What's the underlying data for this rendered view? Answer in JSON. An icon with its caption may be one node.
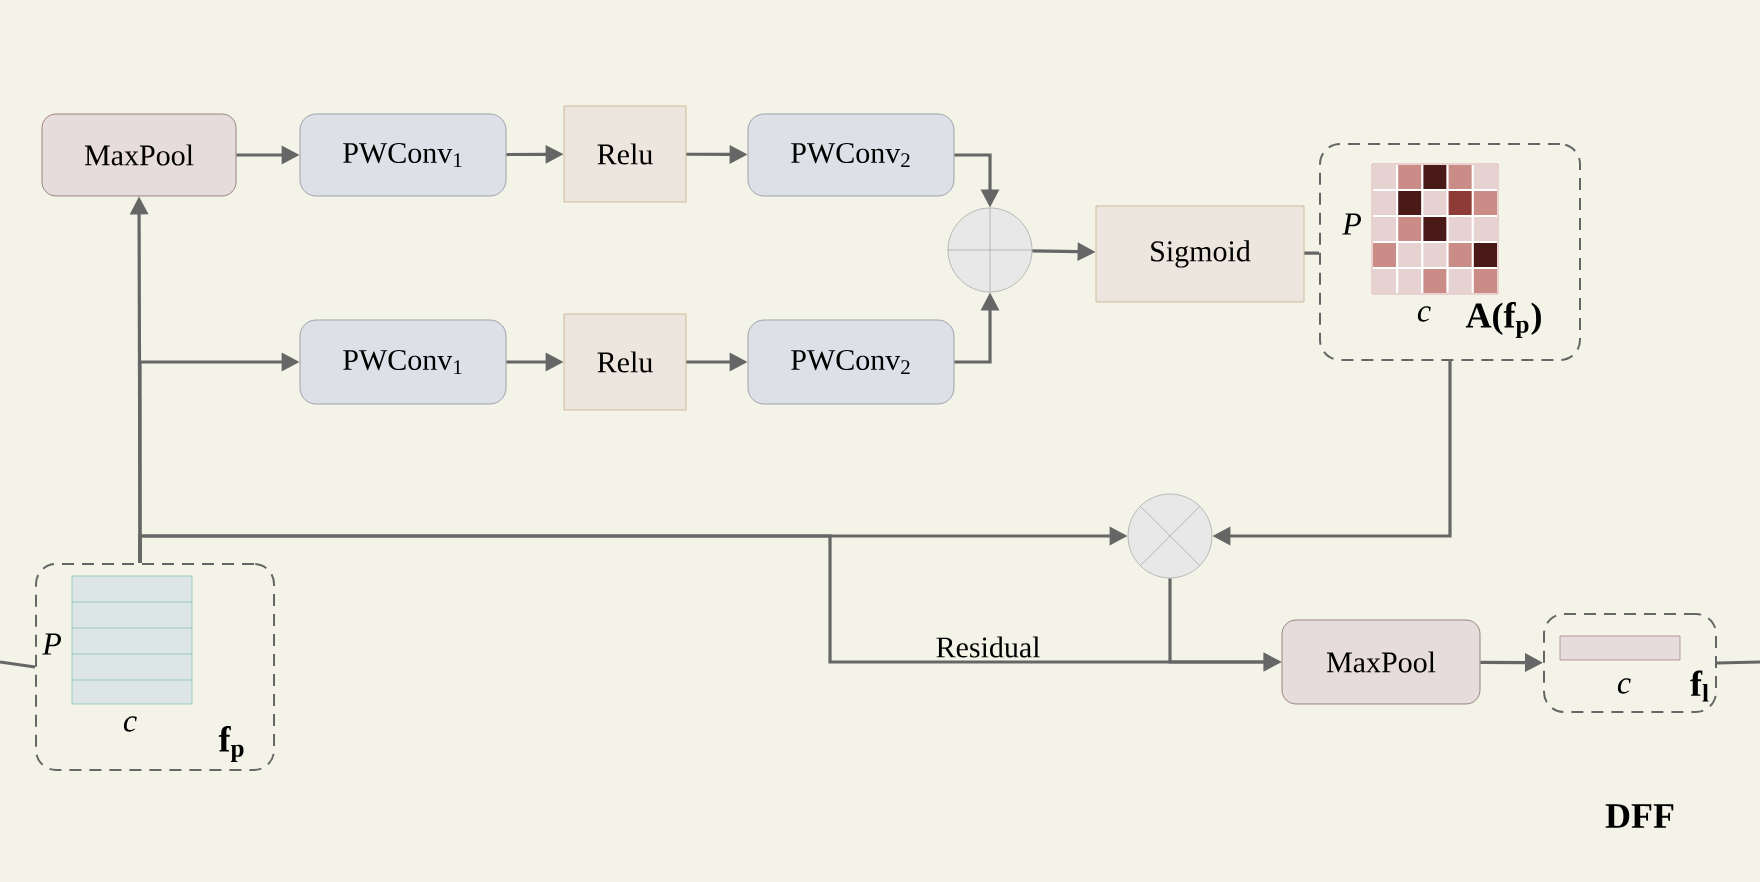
{
  "diagram": {
    "nodes": [
      {
        "text": [
          "P",
          "c",
          "f$_{p}$"
        ]
      },
      {
        "text": [
          "MaxPool"
        ]
      },
      {
        "text": [
          "PWConv$_{1}$"
        ]
      },
      {
        "text": [
          "Relu"
        ]
      },
      {
        "text": [
          "PWConv$_{2}$"
        ]
      },
      {
        "text": [
          "PWConv$_{1}$"
        ]
      },
      {
        "text": [
          "Relu"
        ]
      },
      {
        "text": [
          "PWConv$_{2}$"
        ]
      },
      {
        "text": [],
        "shape": "circle"
      },
      {
        "text": [
          "Sigmoid"
        ]
      },
      {
        "text": [
          "P",
          "c",
          "A(f$_{p}$)"
        ]
      },
      {
        "text": [],
        "shape": "circle"
      },
      {
        "text": [
          "MaxPool"
        ]
      },
      {
        "text": [
          "c",
          "f$_{l}$"
        ]
      }
    ],
    "edges": [
      {
        "from": null,
        "to": 0,
        "arrow": "none"
      },
      {
        "from": 0,
        "to": 1,
        "arrow": "to"
      },
      {
        "from": 0,
        "to": 5,
        "arrow": "to"
      },
      {
        "from": 0,
        "to": 11,
        "arrow": "to"
      },
      {
        "from": 0,
        "to": 12,
        "arrow": "to",
        "label": "Residual"
      },
      {
        "from": 1,
        "to": 2,
        "arrow": "to"
      },
      {
        "from": 2,
        "to": 3,
        "arrow": "to"
      },
      {
        "from": 3,
        "to": 4,
        "arrow": "to"
      },
      {
        "from": 5,
        "to": 6,
        "arrow": "to"
      },
      {
        "from": 6,
        "to": 7,
        "arrow": "to"
      },
      {
        "from": 4,
        "to": 8,
        "arrow": "to"
      },
      {
        "from": 7,
        "to": 8,
        "arrow": "to"
      },
      {
        "from": 8,
        "to": 9,
        "arrow": "to"
      },
      {
        "from": 9,
        "to": 10,
        "arrow": "none"
      },
      {
        "from": 10,
        "to": 11,
        "arrow": "to"
      },
      {
        "from": 11,
        "to": 12,
        "arrow": "to"
      },
      {
        "from": 12,
        "to": 13,
        "arrow": "to"
      },
      {
        "from": 13,
        "to": null,
        "arrow": "none"
      }
    ],
    "labels": [
      "DFF"
    ]
  }
}
